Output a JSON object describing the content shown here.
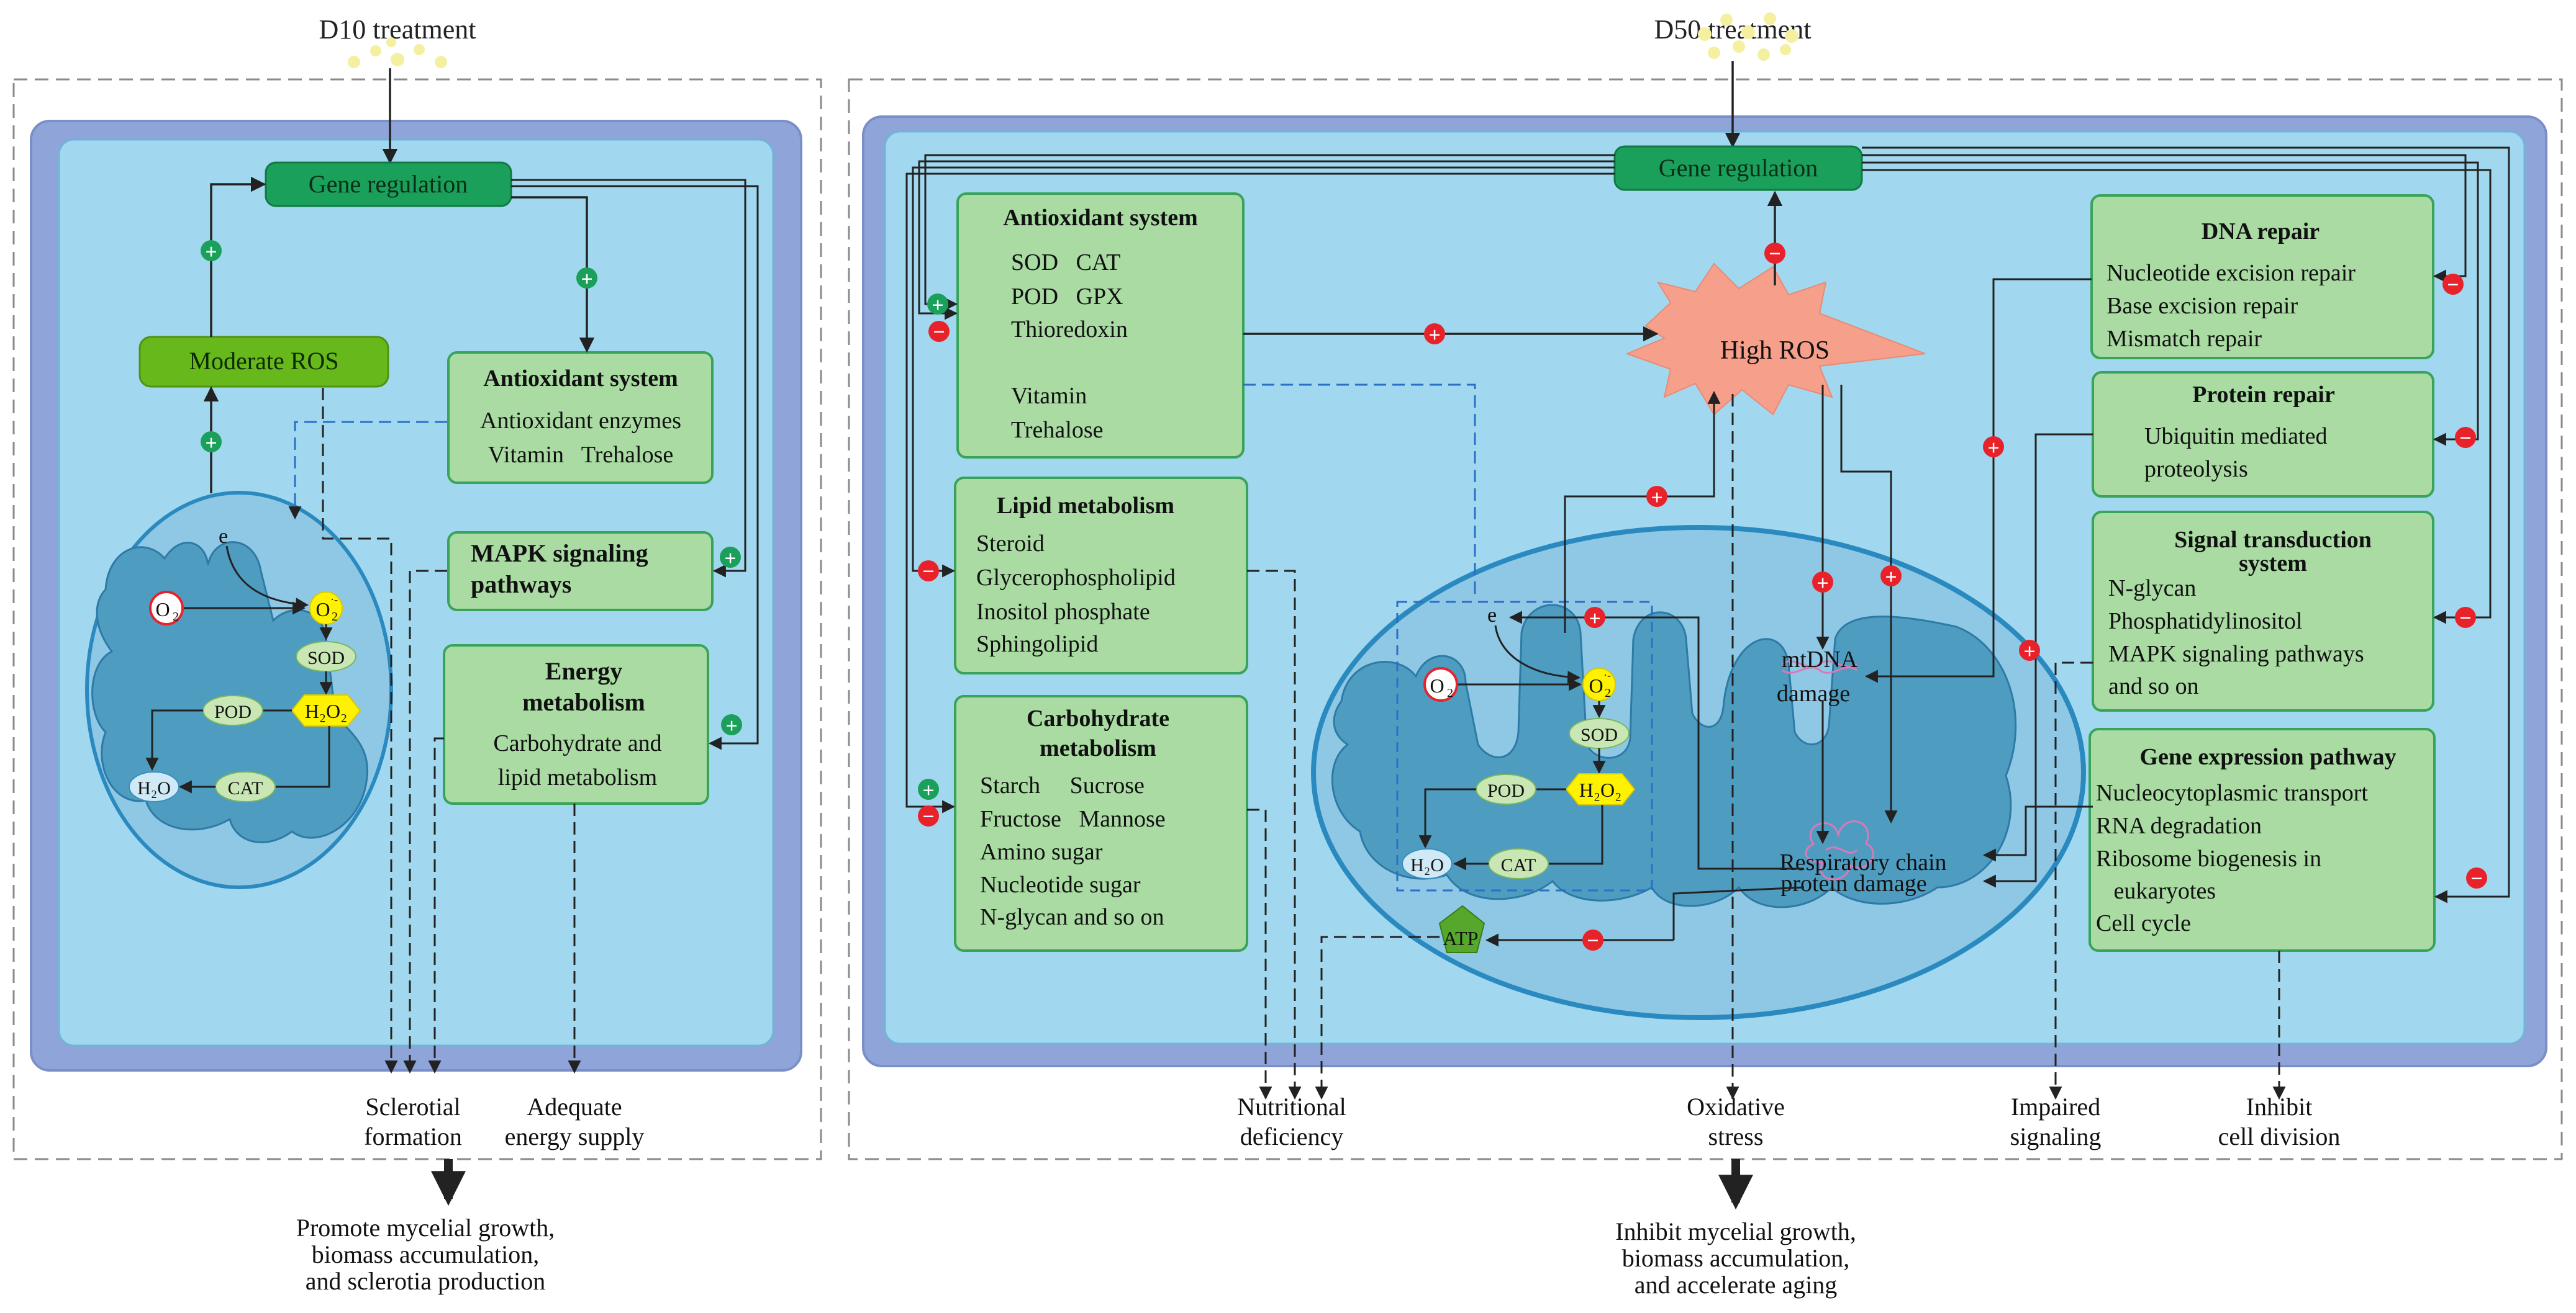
{
  "left": {
    "treatment": "D10 treatment",
    "gene_regulation": "Gene regulation",
    "moderate_ros": "Moderate ROS",
    "antioxidant": {
      "title": "Antioxidant system",
      "lines": [
        "Antioxidant enzymes",
        "Vitamin   Trehalose"
      ]
    },
    "mapk": {
      "lines": [
        "MAPK signaling",
        "pathways"
      ]
    },
    "energy": {
      "title_lines": [
        "Energy",
        "metabolism"
      ],
      "lines": [
        "Carbohydrate and",
        "lipid metabolism"
      ]
    },
    "mito": {
      "e": "e",
      "o2": "O",
      "o2_sub": "2",
      "o2m": "O",
      "o2m_sub": "2",
      "o2m_sup": "·-",
      "sod": "SOD",
      "h2o2": "H₂O₂",
      "pod": "POD",
      "cat": "CAT",
      "h2o": "H₂O"
    },
    "outcomes": {
      "sclerotial": [
        "Sclerotial",
        "formation"
      ],
      "energy_supply": [
        "Adequate",
        "energy supply"
      ]
    },
    "result": [
      "Promote mycelial growth,",
      "biomass accumulation,",
      "and sclerotia production"
    ]
  },
  "right": {
    "treatment": "D50 treatment",
    "gene_regulation": "Gene regulation",
    "high_ros": "High ROS",
    "antioxidant": {
      "title": "Antioxidant system",
      "lines": [
        "SOD   CAT",
        "POD   GPX",
        "Thioredoxin",
        "",
        "Vitamin",
        "Trehalose"
      ]
    },
    "lipid": {
      "title": "Lipid metabolism",
      "lines": [
        "Steroid",
        "Glycerophospholipid",
        "Inositol phosphate",
        "Sphingolipid"
      ]
    },
    "carb": {
      "title_lines": [
        "Carbohydrate",
        "metabolism"
      ],
      "lines": [
        "Starch     Sucrose",
        "Fructose   Mannose",
        "Amino sugar",
        "Nucleotide sugar",
        "N-glycan and so on"
      ]
    },
    "dna": {
      "title": "DNA repair",
      "lines": [
        "Nucleotide excision repair",
        "Base excision repair",
        "Mismatch repair"
      ]
    },
    "protein": {
      "title": "Protein repair",
      "lines": [
        "Ubiquitin mediated",
        "proteolysis"
      ]
    },
    "signal": {
      "title_lines": [
        "Signal transduction",
        "system"
      ],
      "lines": [
        "N-glycan",
        "Phosphatidylinositol",
        "MAPK signaling pathways",
        "and so on"
      ]
    },
    "gene_expr": {
      "title": "Gene expression pathway",
      "lines": [
        "Nucleocytoplasmic transport",
        "RNA degradation",
        "Ribosome biogenesis in",
        "   eukaryotes",
        "Cell cycle"
      ]
    },
    "mito": {
      "e": "e",
      "o2": "O",
      "o2_sub": "2",
      "o2m": "O",
      "o2m_sub": "2",
      "o2m_sup": "·-",
      "sod": "SOD",
      "h2o2": "H₂O₂",
      "pod": "POD",
      "cat": "CAT",
      "h2o": "H₂O",
      "atp": "ATP",
      "mtdna": [
        "mtDNA",
        "damage"
      ],
      "resp": [
        "Respiratory chain",
        "protein damage"
      ]
    },
    "outcomes": {
      "nutritional": [
        "Nutritional",
        "deficiency"
      ],
      "oxidative": [
        "Oxidative",
        "stress"
      ],
      "impaired": [
        "Impaired",
        "signaling"
      ],
      "inhibit_div": [
        "Inhibit",
        "cell division"
      ]
    },
    "result": [
      "Inhibit mycelial growth,",
      "biomass accumulation,",
      "and accelerate aging"
    ]
  },
  "signs": {
    "plus": "+",
    "minus": "−"
  },
  "colors": {
    "cell_outer": "#8fa4d8",
    "cell_inner": "#a2d8ef",
    "box_fill": "#a9dba3",
    "box_stroke": "#3aa35a",
    "dark_green": "#1aa05a",
    "ros_green": "#67b81a",
    "high_ros": "#f6a08c",
    "mito_outer": "#8fc8e4",
    "mito_inner": "#4e9cc0",
    "yellow": "#fff200",
    "plus": "#1aa05a",
    "minus": "#e8222a"
  }
}
